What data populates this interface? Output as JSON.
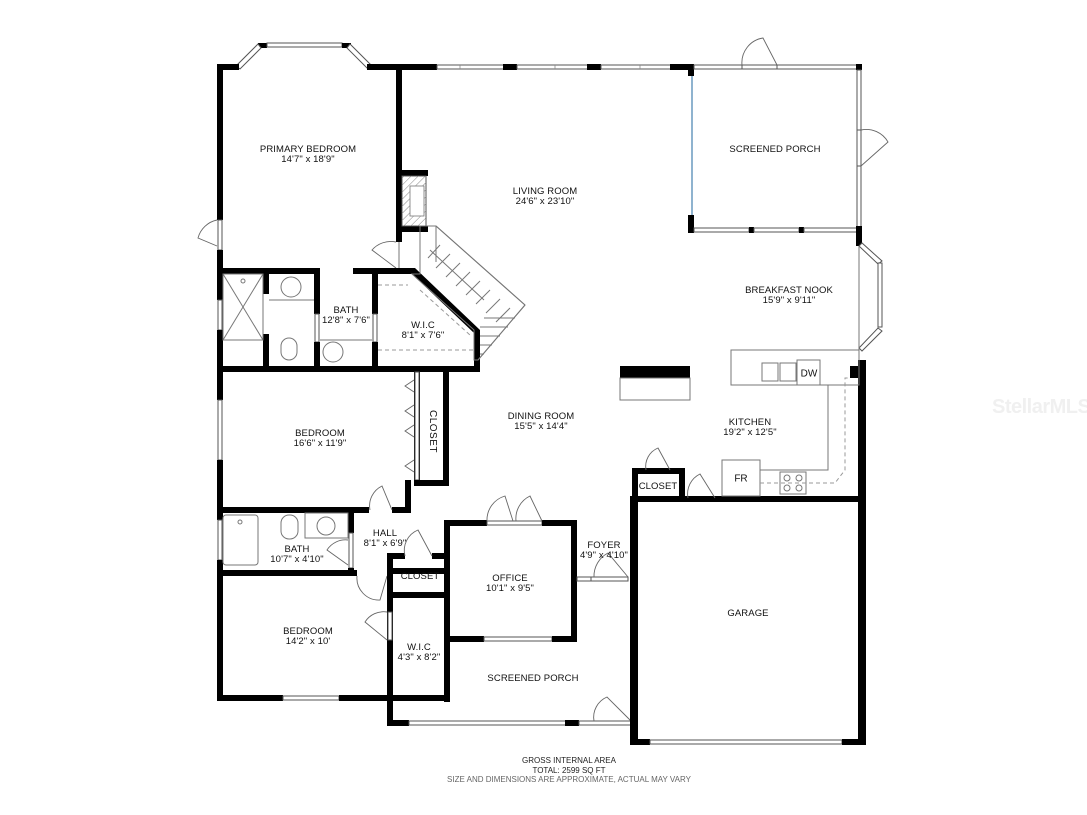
{
  "plan": {
    "rooms": [
      {
        "id": "primary-bedroom",
        "name": "PRIMARY BEDROOM",
        "dims": "14'7\" x 18'9\""
      },
      {
        "id": "primary-bath",
        "name": "BATH",
        "dims": "12'8\" x 7'6\""
      },
      {
        "id": "primary-wic",
        "name": "W.I.C",
        "dims": "8'1\" x 7'6\""
      },
      {
        "id": "living-room",
        "name": "LIVING ROOM",
        "dims": "24'6\" x 23'10\""
      },
      {
        "id": "screened-porch-rear",
        "name": "SCREENED PORCH",
        "dims": ""
      },
      {
        "id": "breakfast-nook",
        "name": "BREAKFAST NOOK",
        "dims": "15'9\" x 9'11\""
      },
      {
        "id": "bedroom-2",
        "name": "BEDROOM",
        "dims": "16'6\" x 11'9\""
      },
      {
        "id": "closet-bedroom-2",
        "name": "CLOSET",
        "dims": ""
      },
      {
        "id": "dining-room",
        "name": "DINING ROOM",
        "dims": "15'5\" x 14'4\""
      },
      {
        "id": "kitchen",
        "name": "KITCHEN",
        "dims": "19'2\" x 12'5\""
      },
      {
        "id": "kitchen-closet",
        "name": "CLOSET",
        "dims": ""
      },
      {
        "id": "hall-bath",
        "name": "BATH",
        "dims": "10'7\" x 4'10\""
      },
      {
        "id": "hall",
        "name": "HALL",
        "dims": "8'1\" x 6'9\""
      },
      {
        "id": "hall-closet",
        "name": "CLOSET",
        "dims": ""
      },
      {
        "id": "office",
        "name": "OFFICE",
        "dims": "10'1\" x 9'5\""
      },
      {
        "id": "foyer",
        "name": "FOYER",
        "dims": "4'9\" x 4'10\""
      },
      {
        "id": "garage",
        "name": "GARAGE",
        "dims": ""
      },
      {
        "id": "bedroom-3",
        "name": "BEDROOM",
        "dims": "14'2\" x 10'"
      },
      {
        "id": "bedroom-3-wic",
        "name": "W.I.C",
        "dims": "4'3\" x 8'2\""
      },
      {
        "id": "screened-porch-front",
        "name": "SCREENED PORCH",
        "dims": ""
      }
    ],
    "fixtures": {
      "dishwasher": "DW",
      "fridge": "FR"
    }
  },
  "footer": {
    "title": "GROSS INTERNAL AREA",
    "total": "TOTAL: 2599 SQ FT",
    "disclaimer": "SIZE AND DIMENSIONS ARE APPROXIMATE, ACTUAL MAY VARY"
  },
  "watermark": "StellarMLS"
}
